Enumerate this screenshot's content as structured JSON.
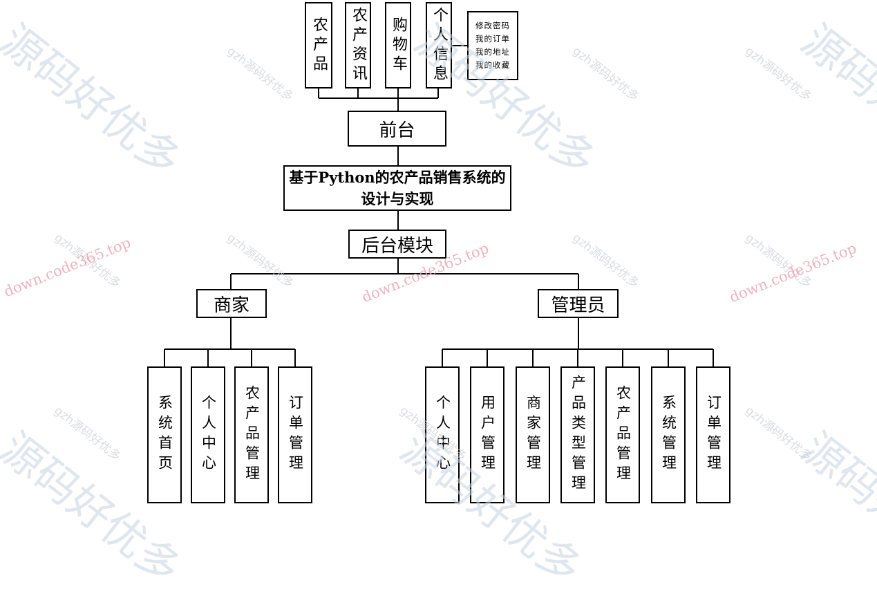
{
  "diagram": {
    "root": "基于Python的农产品销售系统的设计与实现",
    "front": {
      "label": "前台",
      "items": [
        "农产品",
        "农产资讯",
        "购物车",
        "个人信息"
      ],
      "personal_sub": [
        "修改密码",
        "我的订单",
        "我的地址",
        "我的收藏"
      ]
    },
    "back": {
      "label": "后台模块",
      "merchant": {
        "label": "商家",
        "items": [
          "系统首页",
          "个人中心",
          "农产品管理",
          "订单管理"
        ]
      },
      "admin": {
        "label": "管理员",
        "items": [
          "个人中心",
          "用户管理",
          "商家管理",
          "产品类型管理",
          "农产品管理",
          "系统管理",
          "订单管理"
        ]
      }
    }
  },
  "watermarks": {
    "brand": "源码好优多",
    "gzh": "gzh源码好优多",
    "url": "down.code365.top"
  },
  "colors": {
    "line": "#000000",
    "watermark_brand": "#c5d3e0",
    "watermark_url": "#eaa6b5"
  }
}
